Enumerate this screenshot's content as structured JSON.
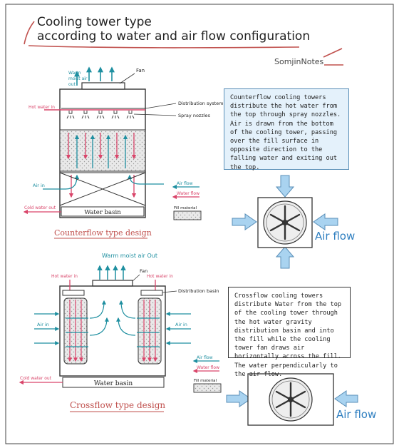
{
  "title": {
    "line1": "Cooling tower type",
    "line2": "according to water and air flow configuration"
  },
  "brand": "SomjinNotes",
  "counterflow": {
    "labels": {
      "fan": "Fan",
      "warm_moist_air": [
        "Warm",
        "moist air",
        "out"
      ],
      "distribution_system": "Distribution system",
      "spray_nozzles": "Spray nozzles",
      "hot_water_in": "Hot water in",
      "air_in": "Air in",
      "cold_water_out": "Cold water out",
      "water_basin": "Water basin"
    },
    "legend": {
      "air_flow": "Air flow",
      "water_flow": "Water flow",
      "fill_material": "Fill material"
    },
    "caption": "Counterflow type design",
    "description": "Counterflow cooling towers distribute the hot water from the top through spray nozzles. Air is drawn from the bottom of the cooling tower, passing over the fill surface in opposite direction to the falling water and exiting out the top.",
    "fan_label": "Air flow"
  },
  "crossflow": {
    "labels": {
      "warm_moist_air": "Warm moist air Out",
      "fan": "Fan",
      "hot_water_in_left": "Hot water in",
      "hot_water_in_right": "Hot water in",
      "distribution_basin": "Distribution basin",
      "air_in_left": "Air in",
      "air_in_right": "Air in",
      "cold_water_out": "Cold water out",
      "water_basin": "Water basin"
    },
    "legend": {
      "air_flow": "Air flow",
      "water_flow": "Water flow",
      "fill_material": "Fill material"
    },
    "caption": "Crossflow type design",
    "description": "Crossflow cooling towers distribute Water from the top of the cooling tower through the hot water gravity distribution basin and into the fill while the cooling tower fan draws air horizontally across the fill. The water perpendicularly to the air flow.",
    "fan_label": "Air flow"
  },
  "colors": {
    "air": "#1e8fa0",
    "water": "#d9456a",
    "accent": "#c0504d",
    "box_fill": "#e4f1fb",
    "arrow_fill": "#a9d3f0",
    "fan_label": "#2f7fc0",
    "ink": "#2a2a2a"
  }
}
